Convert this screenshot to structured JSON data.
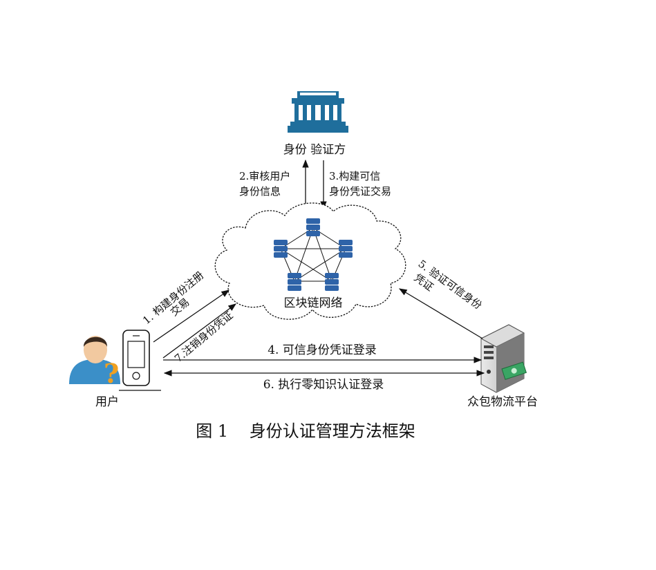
{
  "nodes": {
    "verifier": "身份 验证方",
    "blockchain": "区块链网络",
    "user": "用户",
    "platform": "众包物流平台"
  },
  "edges": {
    "e2_line1": "2.审核用户",
    "e2_line2": "身份信息",
    "e3_line1": "3.构建可信",
    "e3_line2": "身份凭证交易",
    "e1_line1": "1. 构建身份注册",
    "e1_line2": "交易",
    "e7": "7.注销身份凭证",
    "e5_line1": "5. 验证可信身份",
    "e5_line2": "凭证",
    "e4": "4. 可信身份凭证登录",
    "e6": "6. 执行零知识认证登录"
  },
  "caption": "图 1    身份认证管理方法框架",
  "colors": {
    "building": "#1f6e9c",
    "server_blue": "#2e63a8",
    "user_shirt": "#3b8fc8",
    "question_mark": "#f0a020",
    "cash": "#3aa564"
  },
  "icons": {
    "verifier": "government-building-icon",
    "blockchain_node": "server-stack-icon",
    "user": "user-question-icon",
    "device": "mobile-phone-icon",
    "platform": "server-tower-icon"
  }
}
